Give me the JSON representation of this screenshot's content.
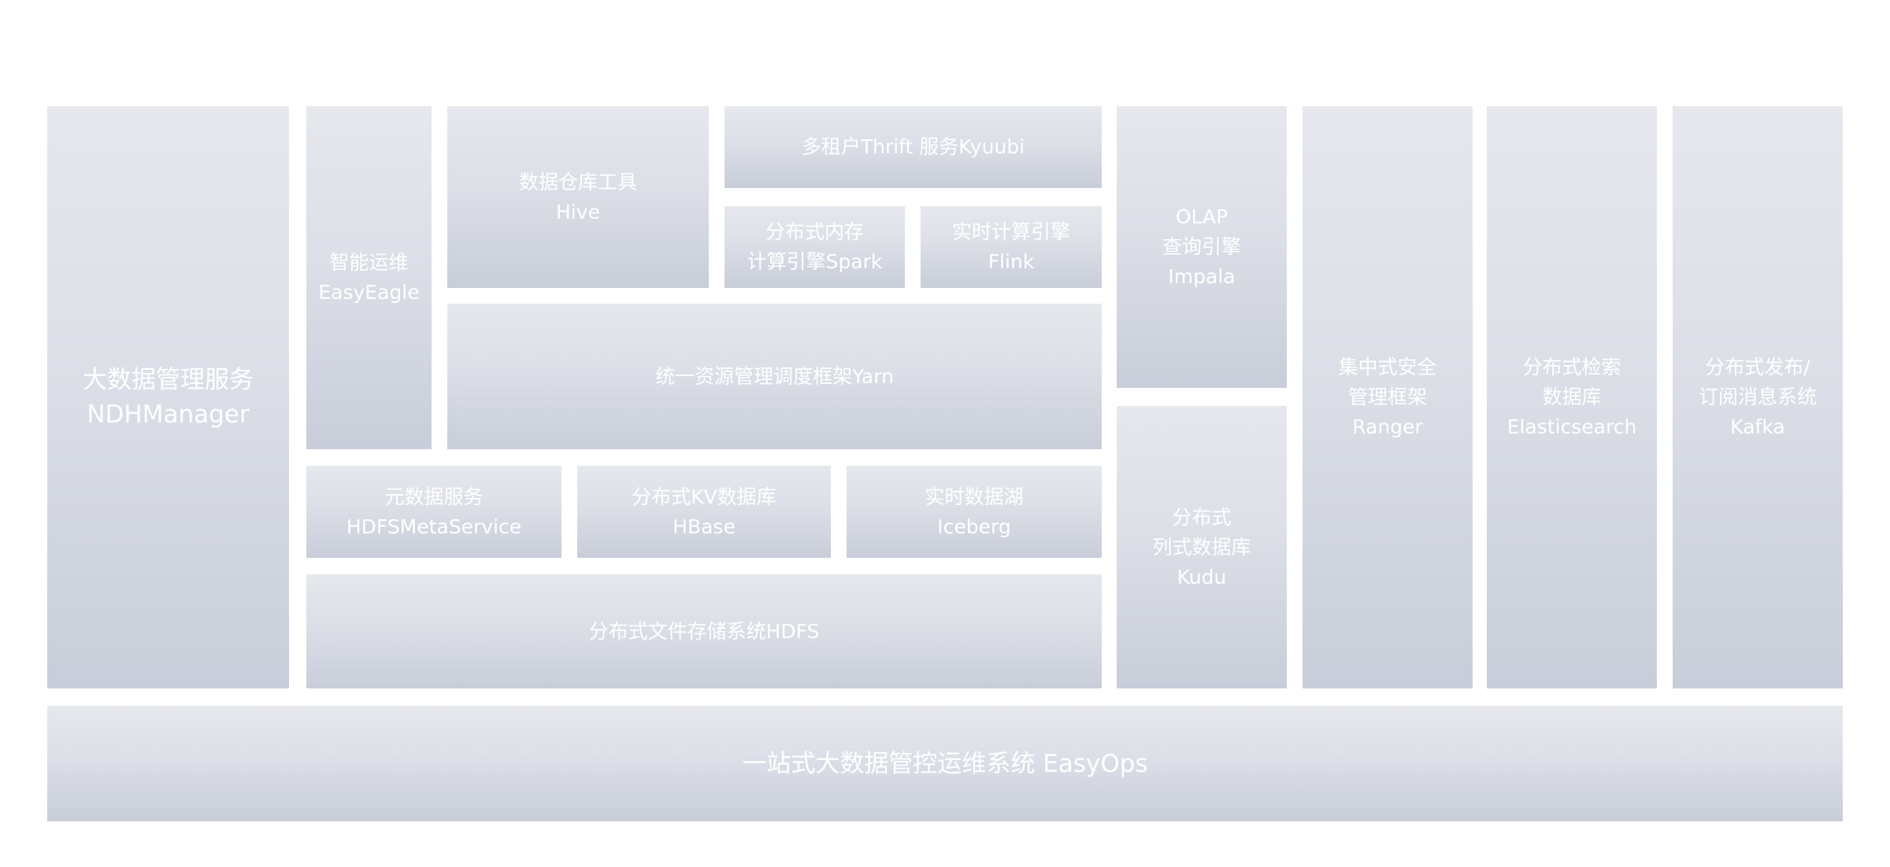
{
  "colors": {
    "block_top": "#e6e8ee",
    "block_bottom": "#c8cdd9",
    "text": "#ffffff"
  },
  "blocks": {
    "ndhmanager": [
      "大数据管理服务",
      "NDHManager"
    ],
    "easyeagle": [
      "智能运维",
      "EasyEagle"
    ],
    "hive": [
      "数据仓库工具",
      "Hive"
    ],
    "kyuubi": [
      "多租户Thrift 服务Kyuubi"
    ],
    "spark": [
      "分布式内存",
      "计算引擎Spark"
    ],
    "flink": [
      "实时计算引擎",
      "Flink"
    ],
    "yarn": [
      "统一资源管理调度框架Yarn"
    ],
    "impala": [
      "OLAP",
      "查询引擎",
      "Impala"
    ],
    "kudu": [
      "分布式",
      "列式数据库",
      "Kudu"
    ],
    "ranger": [
      "集中式安全",
      "管理框架",
      "Ranger"
    ],
    "elasticsearch": [
      "分布式检索",
      "数据库",
      "Elasticsearch"
    ],
    "kafka": [
      "分布式发布/",
      "订阅消息系统",
      "Kafka"
    ],
    "hdfsmetaservice": [
      "元数据服务",
      "HDFSMetaService"
    ],
    "hbase": [
      "分布式KV数据库",
      "HBase"
    ],
    "iceberg": [
      "实时数据湖",
      "Iceberg"
    ],
    "hdfs": [
      "分布式文件存储系统HDFS"
    ],
    "easyops": [
      "一站式大数据管控运维系统 EasyOps"
    ]
  }
}
